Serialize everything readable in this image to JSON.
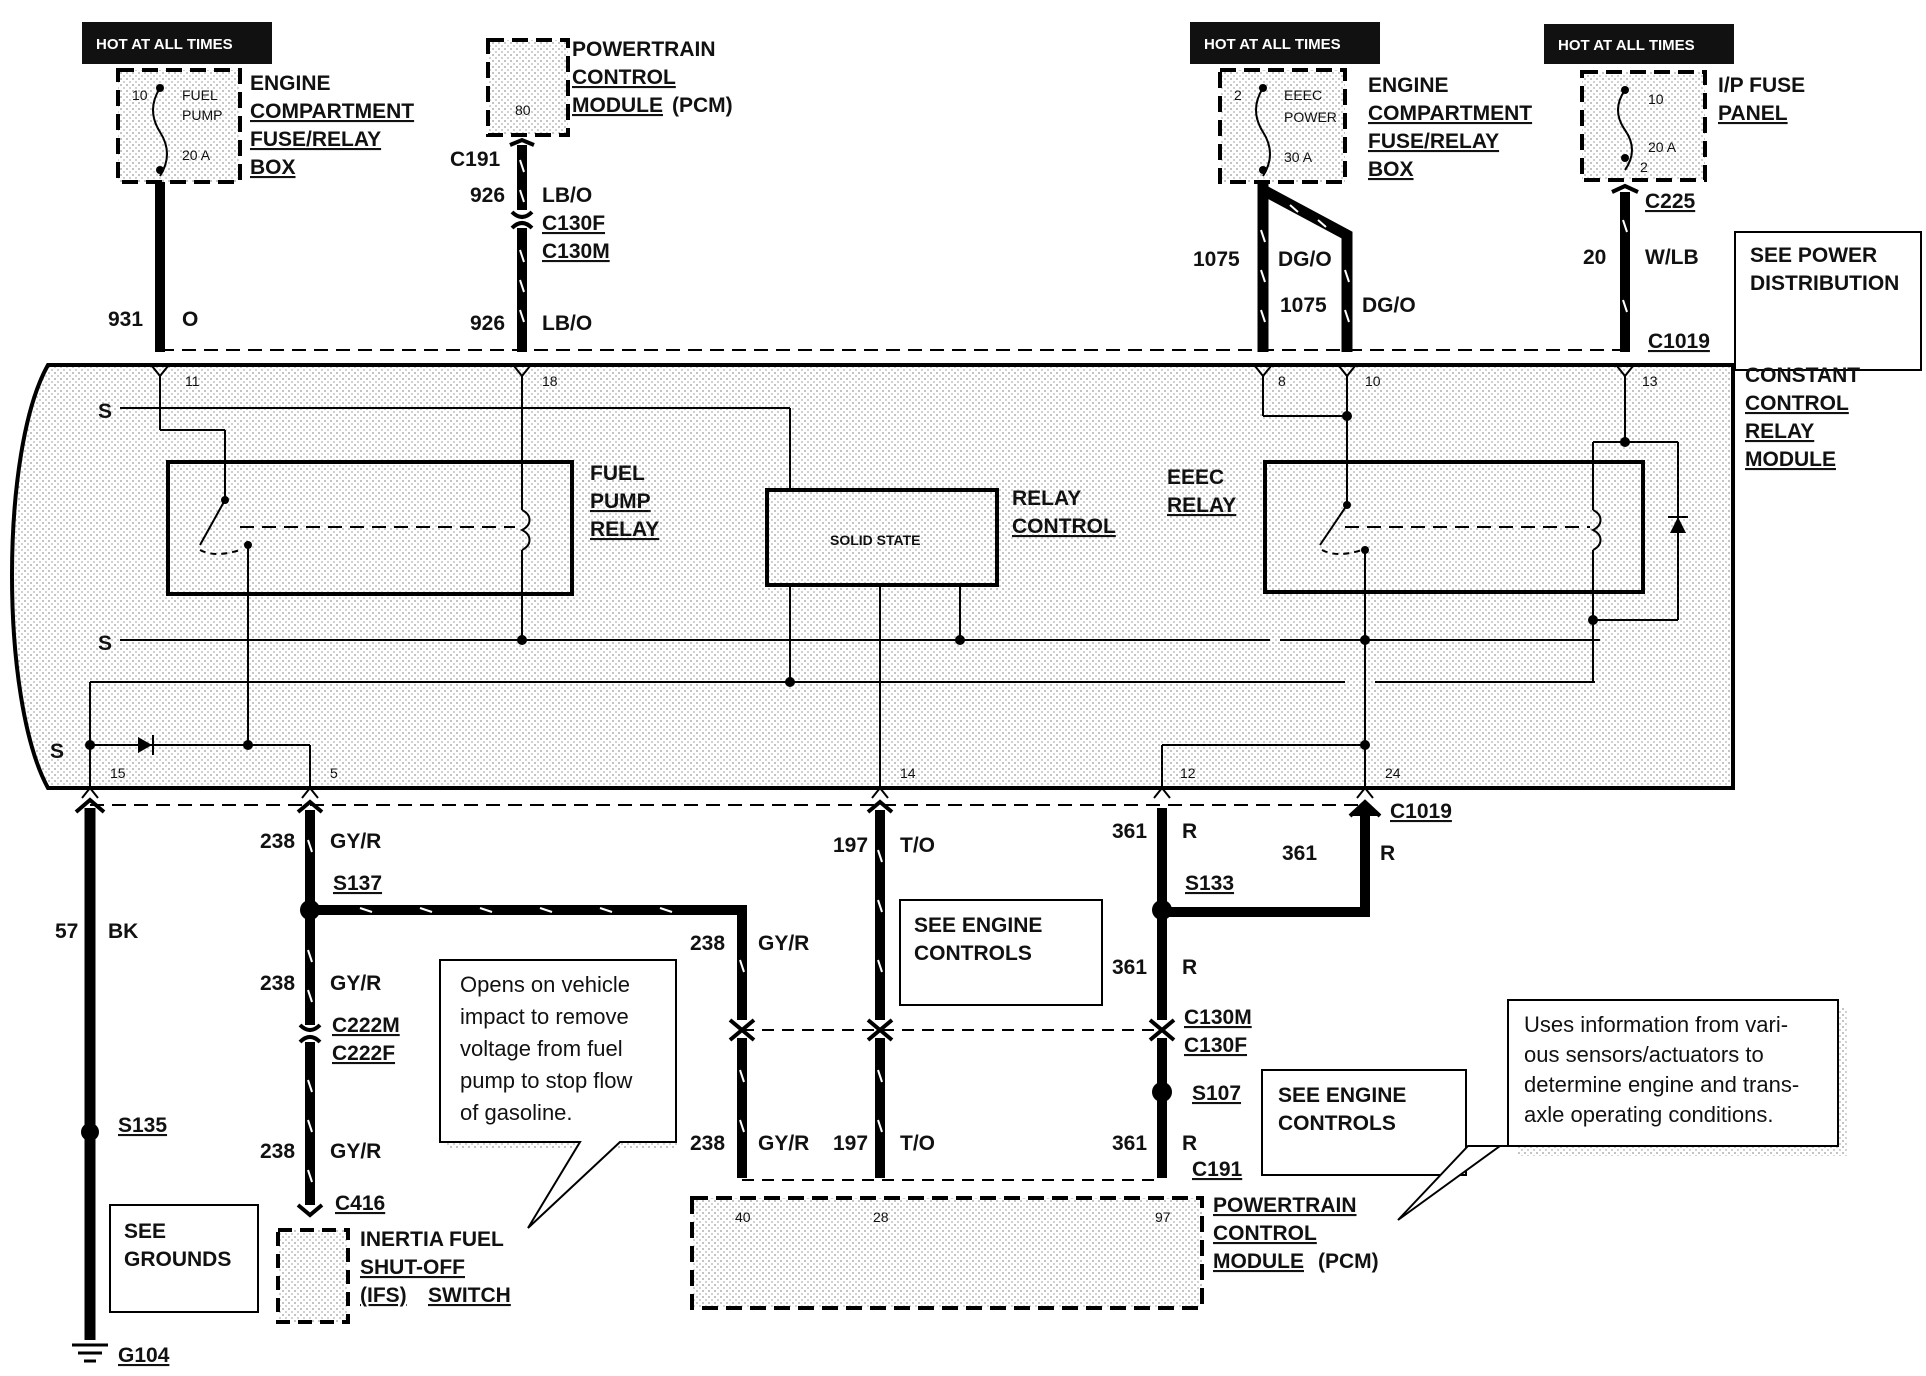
{
  "hot_at_all_times": "HOT AT ALL TIMES",
  "fuses": {
    "fuel_pump": {
      "num": "10",
      "name": "FUEL",
      "name2": "PUMP",
      "amps": "20 A"
    },
    "eeec_power": {
      "num": "2",
      "name": "EEEC",
      "name2": "POWER",
      "amps": "30 A"
    },
    "ip": {
      "num": "10",
      "amps": "20 A",
      "pin": "2"
    }
  },
  "labels": {
    "ecfrb_1": [
      "ENGINE",
      "COMPARTMENT",
      "FUSE/RELAY",
      "BOX"
    ],
    "ecfrb_2": [
      "ENGINE",
      "COMPARTMENT",
      "FUSE/RELAY",
      "BOX"
    ],
    "pcm_top": [
      "POWERTRAIN",
      "CONTROL",
      "MODULE",
      "(PCM)"
    ],
    "pcm_top_pin": "80",
    "ip_fuse": [
      "I/P FUSE",
      "PANEL"
    ],
    "see_power": [
      "SEE POWER",
      "DISTRIBUTION"
    ],
    "ccrm": [
      "CONSTANT",
      "CONTROL",
      "RELAY",
      "MODULE"
    ],
    "fuel_pump_relay": [
      "FUEL",
      "PUMP",
      "RELAY"
    ],
    "solid_state": "SOLID STATE",
    "relay_control": [
      "RELAY",
      "CONTROL"
    ],
    "eeec_relay": [
      "EEEC",
      "RELAY"
    ],
    "see_engine_1": [
      "SEE ENGINE",
      "CONTROLS"
    ],
    "see_engine_2": [
      "SEE ENGINE",
      "CONTROLS"
    ],
    "see_grounds": [
      "SEE",
      "GROUNDS"
    ],
    "ifs": [
      "INERTIA FUEL",
      "SHUT-OFF",
      "(IFS)",
      "SWITCH"
    ],
    "pcm_bottom": [
      "POWERTRAIN",
      "CONTROL",
      "MODULE",
      "(PCM)"
    ]
  },
  "connectors": {
    "c191": "C191",
    "c130f": "C130F",
    "c130m": "C130M",
    "c225": "C225",
    "c1019_top": "C1019",
    "c1019_bot": "C1019",
    "c222m": "C222M",
    "c222f": "C222F",
    "c416": "C416",
    "c130m_b": "C130M",
    "c130f_b": "C130F",
    "c191_b": "C191",
    "s137": "S137",
    "s133": "S133",
    "s135": "S135",
    "s107": "S107",
    "g104": "G104"
  },
  "wires": {
    "w931": "931",
    "o": "O",
    "w926a": "926",
    "lbo_a": "LB/O",
    "w926b": "926",
    "lbo_b": "LB/O",
    "w1075a": "1075",
    "dgo_a": "DG/O",
    "w1075b": "1075",
    "dgo_b": "DG/O",
    "w20": "20",
    "wlb": "W/LB",
    "w57": "57",
    "bk": "BK",
    "w238a": "238",
    "gyr_a": "GY/R",
    "w238b": "238",
    "gyr_b": "GY/R",
    "w238c": "238",
    "gyr_c": "GY/R",
    "w238d": "238",
    "gyr_d": "GY/R",
    "w238e": "238",
    "gyr_e": "GY/R",
    "w197a": "197",
    "to_a": "T/O",
    "w197b": "197",
    "to_b": "T/O",
    "w361a": "361",
    "r_a": "R",
    "w361b": "361",
    "r_b": "R",
    "w361c": "361",
    "r_c": "R",
    "w361d": "361",
    "r_d": "R"
  },
  "pins": {
    "p11": "11",
    "p18": "18",
    "p8": "8",
    "p10": "10",
    "p13": "13",
    "p15": "15",
    "p5": "5",
    "p14": "14",
    "p12": "12",
    "p24": "24",
    "pcm40": "40",
    "pcm28": "28",
    "pcm97": "97"
  },
  "notes": {
    "ifs_note": [
      "Opens on vehicle",
      "impact to remove",
      "voltage from fuel",
      "pump to stop flow",
      "of gasoline."
    ],
    "pcm_note": [
      "Uses information from vari-",
      "ous sensors/actuators to",
      "determine engine and trans-",
      "axle operating conditions."
    ]
  },
  "symbols": {
    "splice_mark": "S"
  }
}
